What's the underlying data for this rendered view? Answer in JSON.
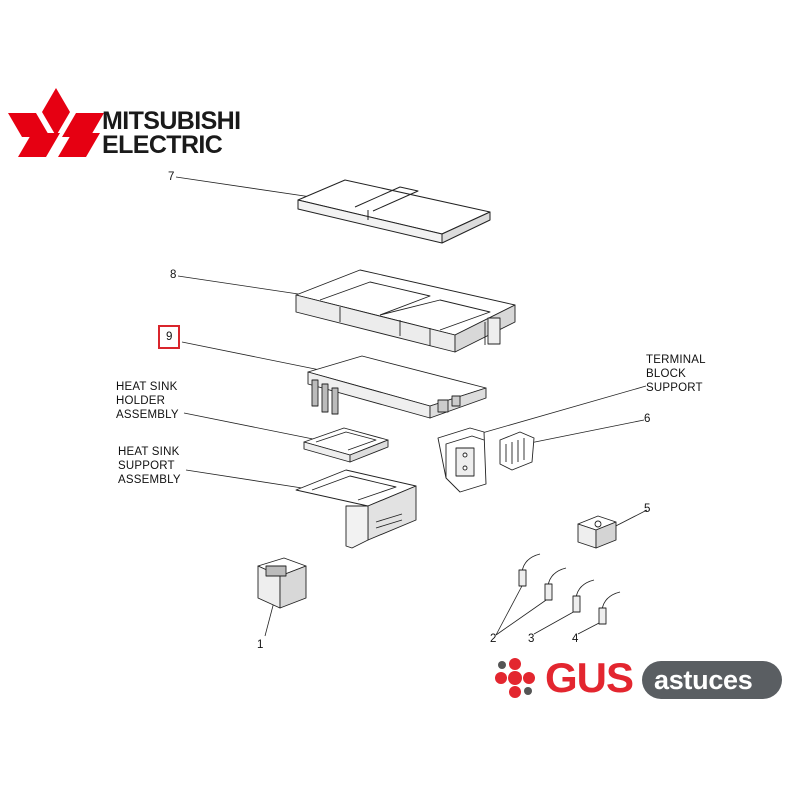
{
  "brand": {
    "line1": "MITSUBISHI",
    "line2": "ELECTRIC",
    "logo_color": "#e60012"
  },
  "callouts": {
    "item_1": "1",
    "item_2": "2",
    "item_3": "3",
    "item_4": "4",
    "item_5": "5",
    "item_6": "6",
    "item_7": "7",
    "item_8": "8",
    "item_9": "9"
  },
  "labels": {
    "terminal_block_support": "TERMINAL\nBLOCK\nSUPPORT",
    "heat_sink_holder_assembly": "HEAT SINK\nHOLDER\nASSEMBLY",
    "heat_sink_support_assembly": "HEAT SINK\nSUPPORT\nASSEMBLY"
  },
  "highlight": {
    "target": "9",
    "color": "#d9252c"
  },
  "watermark": {
    "part1": "GUS",
    "part2": "astuces",
    "accent_color": "#e3262f",
    "pill_color": "#5a5e62"
  }
}
